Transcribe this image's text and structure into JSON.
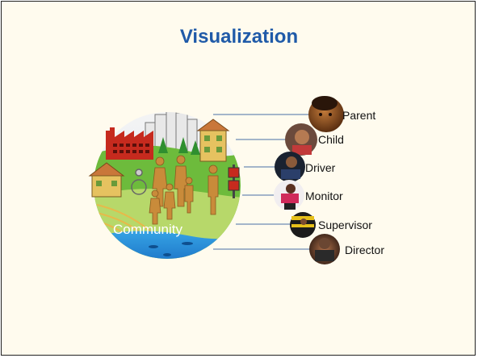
{
  "slide": {
    "title": "Visualization",
    "center_label": "Community"
  },
  "roles": [
    {
      "key": "parent",
      "label": "Parent"
    },
    {
      "key": "child",
      "label": "Child"
    },
    {
      "key": "driver",
      "label": "Driver"
    },
    {
      "key": "monitor",
      "label": "Monitor"
    },
    {
      "key": "supervisor",
      "label": "Supervisor"
    },
    {
      "key": "director",
      "label": "Director"
    }
  ],
  "colors": {
    "title": "#1f5aa8",
    "connector": "#4a6fa5"
  }
}
